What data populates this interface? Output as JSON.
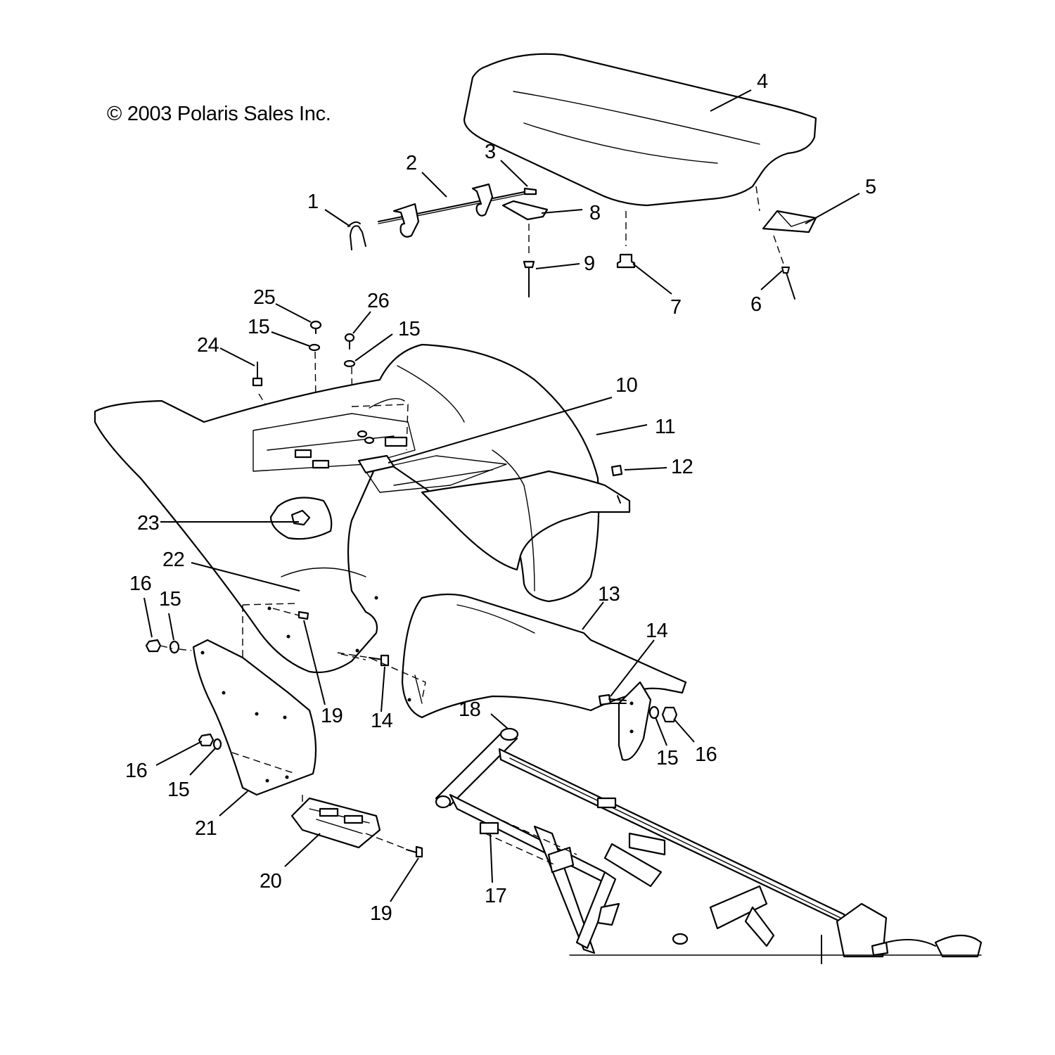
{
  "copyright": "© 2003 Polaris Sales Inc.",
  "callouts": {
    "c1": "1",
    "c2": "2",
    "c3": "3",
    "c4": "4",
    "c5": "5",
    "c6": "6",
    "c7": "7",
    "c8": "8",
    "c9": "9",
    "c10": "10",
    "c11": "11",
    "c12": "12",
    "c13": "13",
    "c14a": "14",
    "c14b": "14",
    "c15a": "15",
    "c15b": "15",
    "c15c": "15",
    "c15d": "15",
    "c15e": "15",
    "c16a": "16",
    "c16b": "16",
    "c16c": "16",
    "c17": "17",
    "c18": "18",
    "c19a": "19",
    "c19b": "19",
    "c20": "20",
    "c21": "21",
    "c22": "22",
    "c23": "23",
    "c24": "24",
    "c25": "25",
    "c26": "26"
  }
}
